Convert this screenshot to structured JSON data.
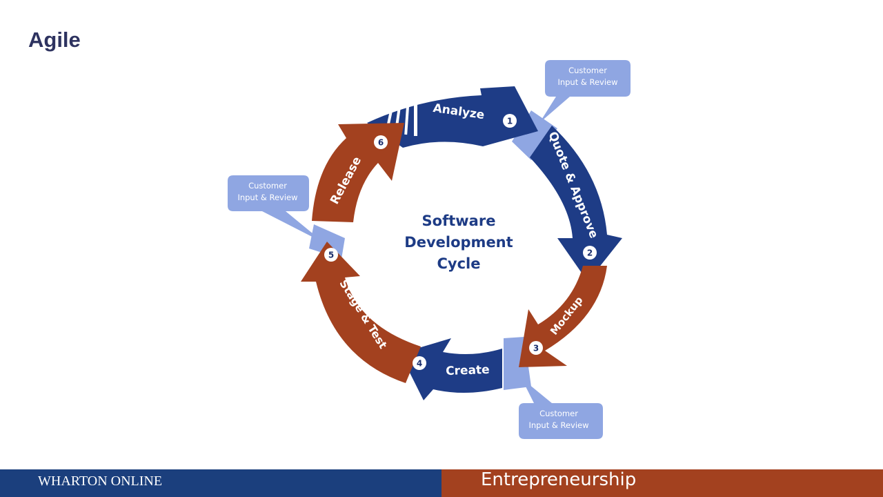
{
  "slide": {
    "title": "Agile"
  },
  "cycle": {
    "center_lines": [
      "Software",
      "Development",
      "Cycle"
    ],
    "steps": [
      {
        "number": "1",
        "label": "Analyze",
        "color": "#1e3c86"
      },
      {
        "number": "2",
        "label": "Quote & Approve",
        "color": "#1e3c86"
      },
      {
        "number": "3",
        "label": "Mockup",
        "color": "#a3411f"
      },
      {
        "number": "4",
        "label": "Create",
        "color": "#1e3c86"
      },
      {
        "number": "5",
        "label": "Stage & Test",
        "color": "#a3411f"
      },
      {
        "number": "6",
        "label": "Release",
        "color": "#a3411f"
      }
    ],
    "callouts": [
      {
        "line1": "Customer",
        "line2": "Input & Review"
      },
      {
        "line1": "Customer",
        "line2": "Input & Review"
      },
      {
        "line1": "Customer",
        "line2": "Input & Review"
      }
    ],
    "callout_color": "#8fa6e2"
  },
  "footer": {
    "brand": "WHARTON ONLINE",
    "course": "Entrepreneurship"
  }
}
